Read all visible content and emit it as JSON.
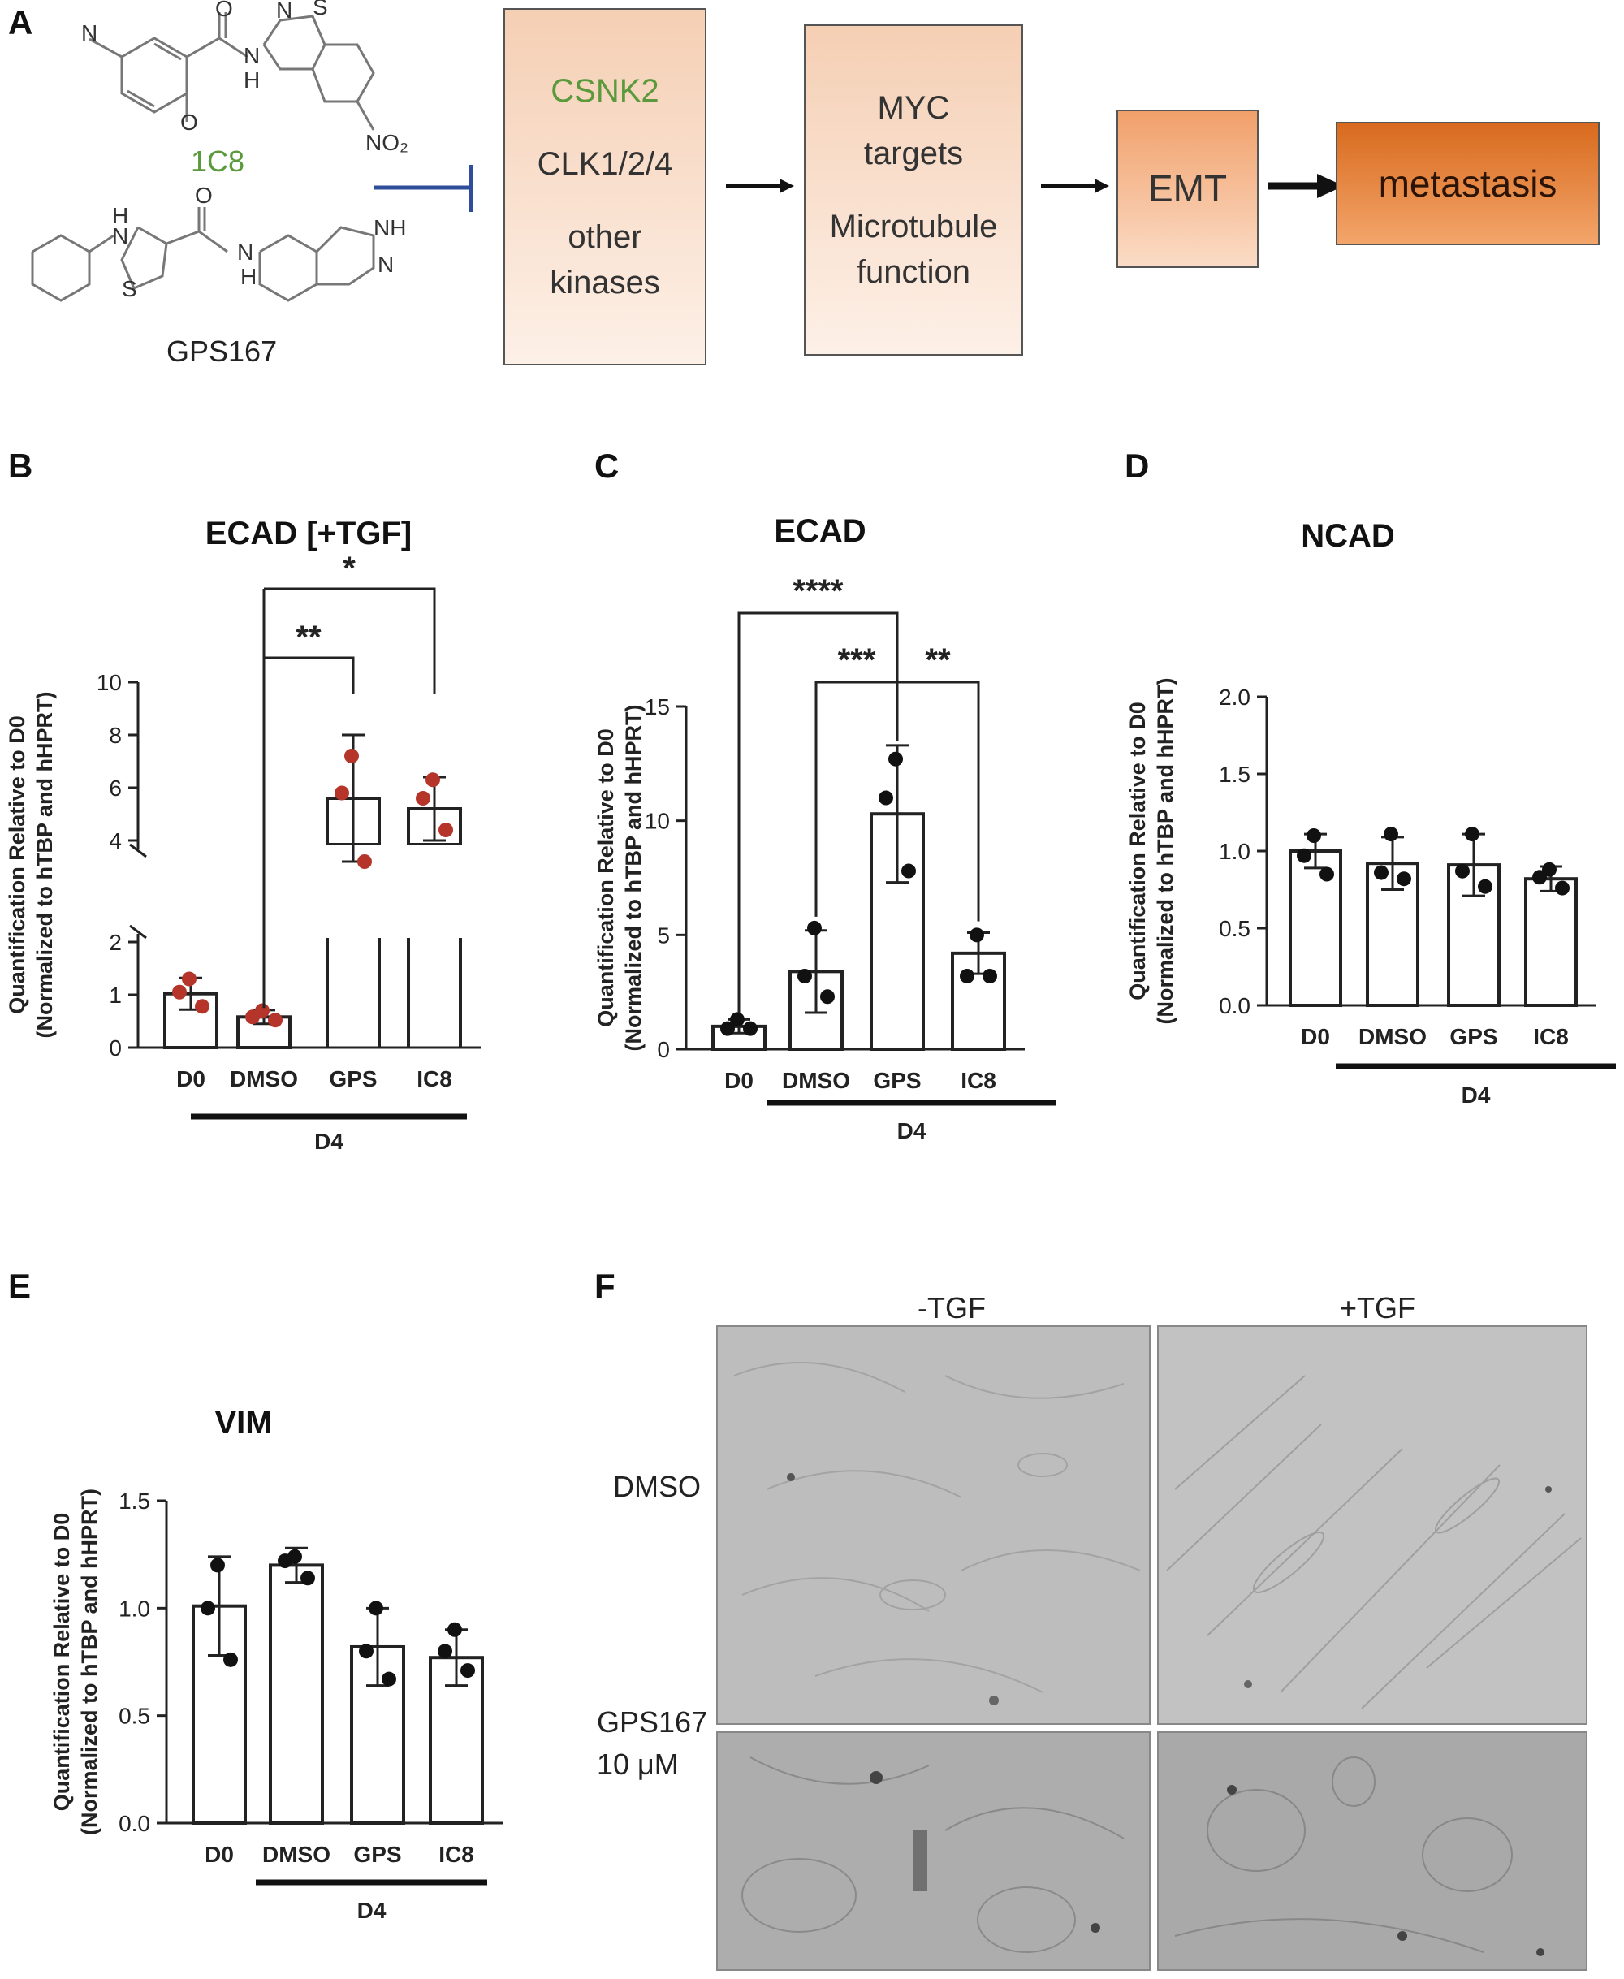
{
  "panels": {
    "A": "A",
    "B": "B",
    "C": "C",
    "D": "D",
    "E": "E",
    "F": "F"
  },
  "panelA": {
    "compound1": "1C8",
    "compound2": "GPS167",
    "mol_atoms": {
      "o1": "O",
      "o2": "O",
      "n_methyl": "N",
      "nh": "N",
      "h": "H",
      "s": "S",
      "n_ring": "N",
      "no2": "NO₂",
      "nh2": "H",
      "n2": "N",
      "s2": "S",
      "o3": "O",
      "nh3": "N",
      "h3": "H",
      "nh_ind": "NH",
      "n_ind": "N"
    },
    "box1": {
      "line1": "CSNK2",
      "line2": "CLK1/2/4",
      "line3": "other",
      "line4": "kinases"
    },
    "box2": {
      "line1": "MYC",
      "line2": "targets",
      "line3": "Microtubule",
      "line4": "function"
    },
    "box3": "EMT",
    "box4": "metastasis",
    "colors": {
      "green": "#5b9a3c",
      "inhibit": "#2e4d9a"
    }
  },
  "chart_data": [
    {
      "id": "B",
      "type": "bar",
      "title": "ECAD [+TGF]",
      "ylabel": "Quantification Relative to D0\n(Normalized to hTBP and hHPRT)",
      "ylabel_lines": [
        "Quantification Relative to D0",
        "(Normalized to hTBP and hHPRT)"
      ],
      "categories": [
        "D0",
        "DMSO",
        "GPS",
        "IC8"
      ],
      "group_label": "D4",
      "broken_axis": true,
      "lower_ticks": [
        "0",
        "1",
        "2"
      ],
      "upper_ticks": [
        "4",
        "6",
        "8",
        "10"
      ],
      "values": [
        1.02,
        0.58,
        5.6,
        5.2
      ],
      "errors": [
        0.3,
        0.13,
        2.4,
        1.2
      ],
      "points": [
        [
          1.3,
          1.05,
          0.78
        ],
        [
          0.7,
          0.58,
          0.52
        ],
        [
          7.2,
          5.8,
          3.2
        ],
        [
          6.3,
          5.6,
          4.4
        ]
      ],
      "point_color": "#b5352b",
      "significance": [
        {
          "from": "DMSO",
          "to": "GPS",
          "label": "**"
        },
        {
          "from": "DMSO",
          "to": "IC8",
          "label": "*"
        }
      ]
    },
    {
      "id": "C",
      "type": "bar",
      "title": "ECAD",
      "ylabel_lines": [
        "Quantification Relative to D0",
        "(Normalized to hTBP and hHPRT)"
      ],
      "categories": [
        "D0",
        "DMSO",
        "GPS",
        "IC8"
      ],
      "group_label": "D4",
      "ylim": [
        0,
        15
      ],
      "ticks": [
        "0",
        "5",
        "10",
        "15"
      ],
      "values": [
        1.0,
        3.4,
        10.3,
        4.2
      ],
      "errors": [
        0.3,
        1.8,
        3.0,
        0.9
      ],
      "points": [
        [
          1.3,
          0.9,
          0.9
        ],
        [
          5.3,
          3.2,
          2.3
        ],
        [
          12.7,
          11.0,
          7.8
        ],
        [
          5.0,
          3.2,
          3.2
        ]
      ],
      "point_color": "#111111",
      "significance": [
        {
          "from": "D0",
          "to": "GPS",
          "label": "****"
        },
        {
          "from": "DMSO",
          "to": "GPS",
          "label": "***"
        },
        {
          "from": "GPS",
          "to": "IC8",
          "label": "**"
        }
      ]
    },
    {
      "id": "D",
      "type": "bar",
      "title": "NCAD",
      "ylabel_lines": [
        "Quantification Relative to D0",
        "(Normalized to hTBP and hHPRT)"
      ],
      "categories": [
        "D0",
        "DMSO",
        "GPS",
        "IC8"
      ],
      "group_label": "D4",
      "ylim": [
        0,
        2.0
      ],
      "ticks": [
        "0.0",
        "0.5",
        "1.0",
        "1.5",
        "2.0"
      ],
      "values": [
        1.0,
        0.92,
        0.91,
        0.82
      ],
      "errors": [
        0.11,
        0.17,
        0.2,
        0.08
      ],
      "points": [
        [
          1.1,
          0.97,
          0.85
        ],
        [
          1.11,
          0.86,
          0.82
        ],
        [
          1.11,
          0.87,
          0.77
        ],
        [
          0.88,
          0.83,
          0.76
        ]
      ],
      "point_color": "#111111",
      "significance": []
    },
    {
      "id": "E",
      "type": "bar",
      "title": "VIM",
      "ylabel_lines": [
        "Quantification Relative to D0",
        "(Normalized to hTBP and hHPRT)"
      ],
      "categories": [
        "D0",
        "DMSO",
        "GPS",
        "IC8"
      ],
      "group_label": "D4",
      "ylim": [
        0,
        1.5
      ],
      "ticks": [
        "0.0",
        "0.5",
        "1.0",
        "1.5"
      ],
      "values": [
        1.01,
        1.2,
        0.82,
        0.77
      ],
      "errors": [
        0.23,
        0.08,
        0.18,
        0.13
      ],
      "points": [
        [
          1.2,
          1.0,
          0.76
        ],
        [
          1.24,
          1.22,
          1.14
        ],
        [
          1.0,
          0.8,
          0.67
        ],
        [
          0.9,
          0.8,
          0.71
        ]
      ],
      "point_color": "#111111",
      "significance": []
    }
  ],
  "panelF": {
    "col1": "-TGF",
    "col2": "+TGF",
    "row1": "DMSO",
    "row2_line1": "GPS167",
    "row2_line2": "10 μM"
  }
}
